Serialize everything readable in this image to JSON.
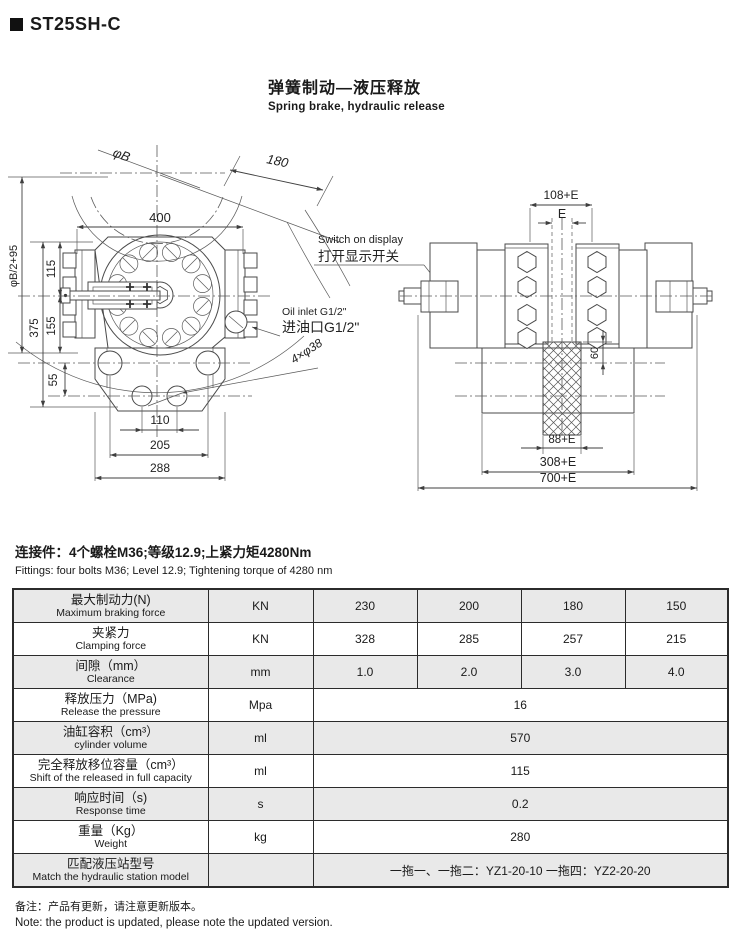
{
  "header": {
    "model": "ST25SH-C",
    "subtitle_cn": "弹簧制动—液压释放",
    "subtitle_en": "Spring brake, hydraulic release"
  },
  "drawing": {
    "left": {
      "phi_b": "φB",
      "d180": "180",
      "d400": "400",
      "phi_b2": "φB/2+95",
      "d115": "115",
      "d155": "155",
      "d375": "375",
      "d55": "55",
      "d110": "110",
      "d205": "205",
      "d288": "288",
      "holes": "4×φ38",
      "oil_en": "Oil inlet G1/2\"",
      "oil_cn": "进油口G1/2\"",
      "switch_en": "Switch on display",
      "switch_cn": "打开显示开关"
    },
    "right": {
      "d108e": "108+E",
      "de": "E",
      "d60": "60",
      "d88e": "88+E",
      "d308e": "308+E",
      "d700e": "700+E"
    }
  },
  "fittings": {
    "cn": "连接件：4个螺栓M36;等级12.9;上紧力矩4280Nm",
    "en": "Fittings: four bolts M36; Level 12.9; Tightening torque of 4280 nm"
  },
  "table": {
    "rows": [
      {
        "cn": "最大制动力(N)",
        "en": "Maximum braking force",
        "unit": "KN",
        "span": false,
        "values": [
          "230",
          "200",
          "180",
          "150"
        ]
      },
      {
        "cn": "夹紧力",
        "en": "Clamping force",
        "unit": "KN",
        "span": false,
        "values": [
          "328",
          "285",
          "257",
          "215"
        ]
      },
      {
        "cn": "间隙（mm）",
        "en": "Clearance",
        "unit": "mm",
        "span": false,
        "values": [
          "1.0",
          "2.0",
          "3.0",
          "4.0"
        ]
      },
      {
        "cn": "释放压力（MPa)",
        "en": "Release the pressure",
        "unit": "Mpa",
        "span": true,
        "values": [
          "16"
        ]
      },
      {
        "cn": "油缸容积（cm³）",
        "en": "cylinder volume",
        "unit": "ml",
        "span": true,
        "values": [
          "570"
        ]
      },
      {
        "cn": "完全释放移位容量（cm³）",
        "en": "Shift of the released in full capacity",
        "unit": "ml",
        "span": true,
        "values": [
          "115"
        ]
      },
      {
        "cn": "响应时间（s)",
        "en": "Response time",
        "unit": "s",
        "span": true,
        "values": [
          "0.2"
        ]
      },
      {
        "cn": "重量（Kg）",
        "en": "Weight",
        "unit": "kg",
        "span": true,
        "values": [
          "280"
        ]
      },
      {
        "cn": "匹配液压站型号",
        "en": "Match the hydraulic station model",
        "unit": "",
        "span": true,
        "values": [
          "一拖一、一拖二：YZ1-20-10 一拖四：YZ2-20-20"
        ]
      }
    ]
  },
  "note": {
    "cn": "备注：产品有更新，请注意更新版本。",
    "en": "Note: the product is updated, please note the updated version."
  }
}
